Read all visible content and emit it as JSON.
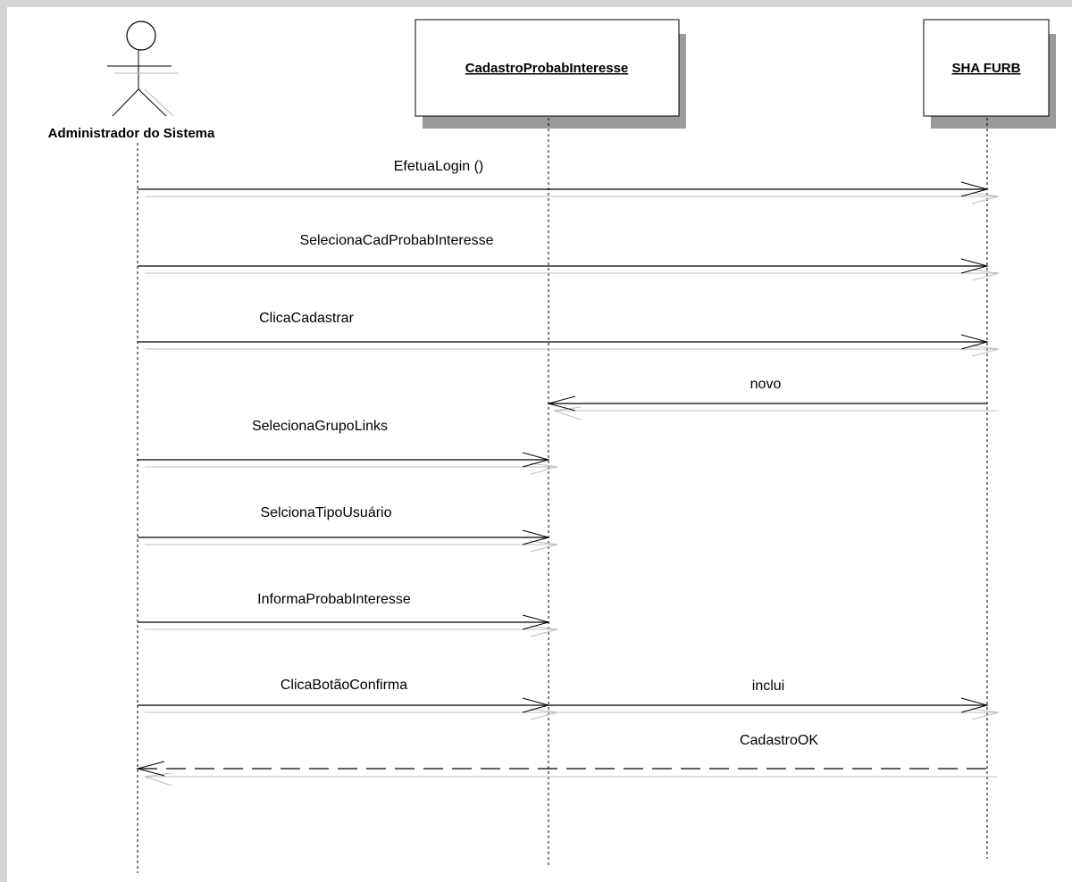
{
  "diagram": {
    "actor": {
      "label": "Administrador do Sistema"
    },
    "objects": [
      {
        "label": "CadastroProbabInteresse"
      },
      {
        "label": "SHA FURB"
      }
    ],
    "messages": [
      {
        "label": "EfetuaLogin ()",
        "from": "actor",
        "to": "SHA FURB",
        "style": "solid"
      },
      {
        "label": "SelecionaCadProbabInteresse",
        "from": "actor",
        "to": "SHA FURB",
        "style": "solid"
      },
      {
        "label": "ClicaCadastrar",
        "from": "actor",
        "to": "SHA FURB",
        "style": "solid"
      },
      {
        "label": "novo",
        "from": "SHA FURB",
        "to": "CadastroProbabInteresse",
        "style": "solid"
      },
      {
        "label": "SelecionaGrupoLinks",
        "from": "actor",
        "to": "CadastroProbabInteresse",
        "style": "solid"
      },
      {
        "label": "SelcionaTipoUsuário",
        "from": "actor",
        "to": "CadastroProbabInteresse",
        "style": "solid"
      },
      {
        "label": "InformaProbabInteresse",
        "from": "actor",
        "to": "CadastroProbabInteresse",
        "style": "solid"
      },
      {
        "label": "ClicaBotãoConfirma",
        "from": "actor",
        "to": "CadastroProbabInteresse",
        "style": "solid"
      },
      {
        "label": "inclui",
        "from": "CadastroProbabInteresse",
        "to": "SHA FURB",
        "style": "solid"
      },
      {
        "label": "CadastroOK",
        "from": "SHA FURB",
        "to": "actor",
        "style": "dashed"
      }
    ]
  }
}
